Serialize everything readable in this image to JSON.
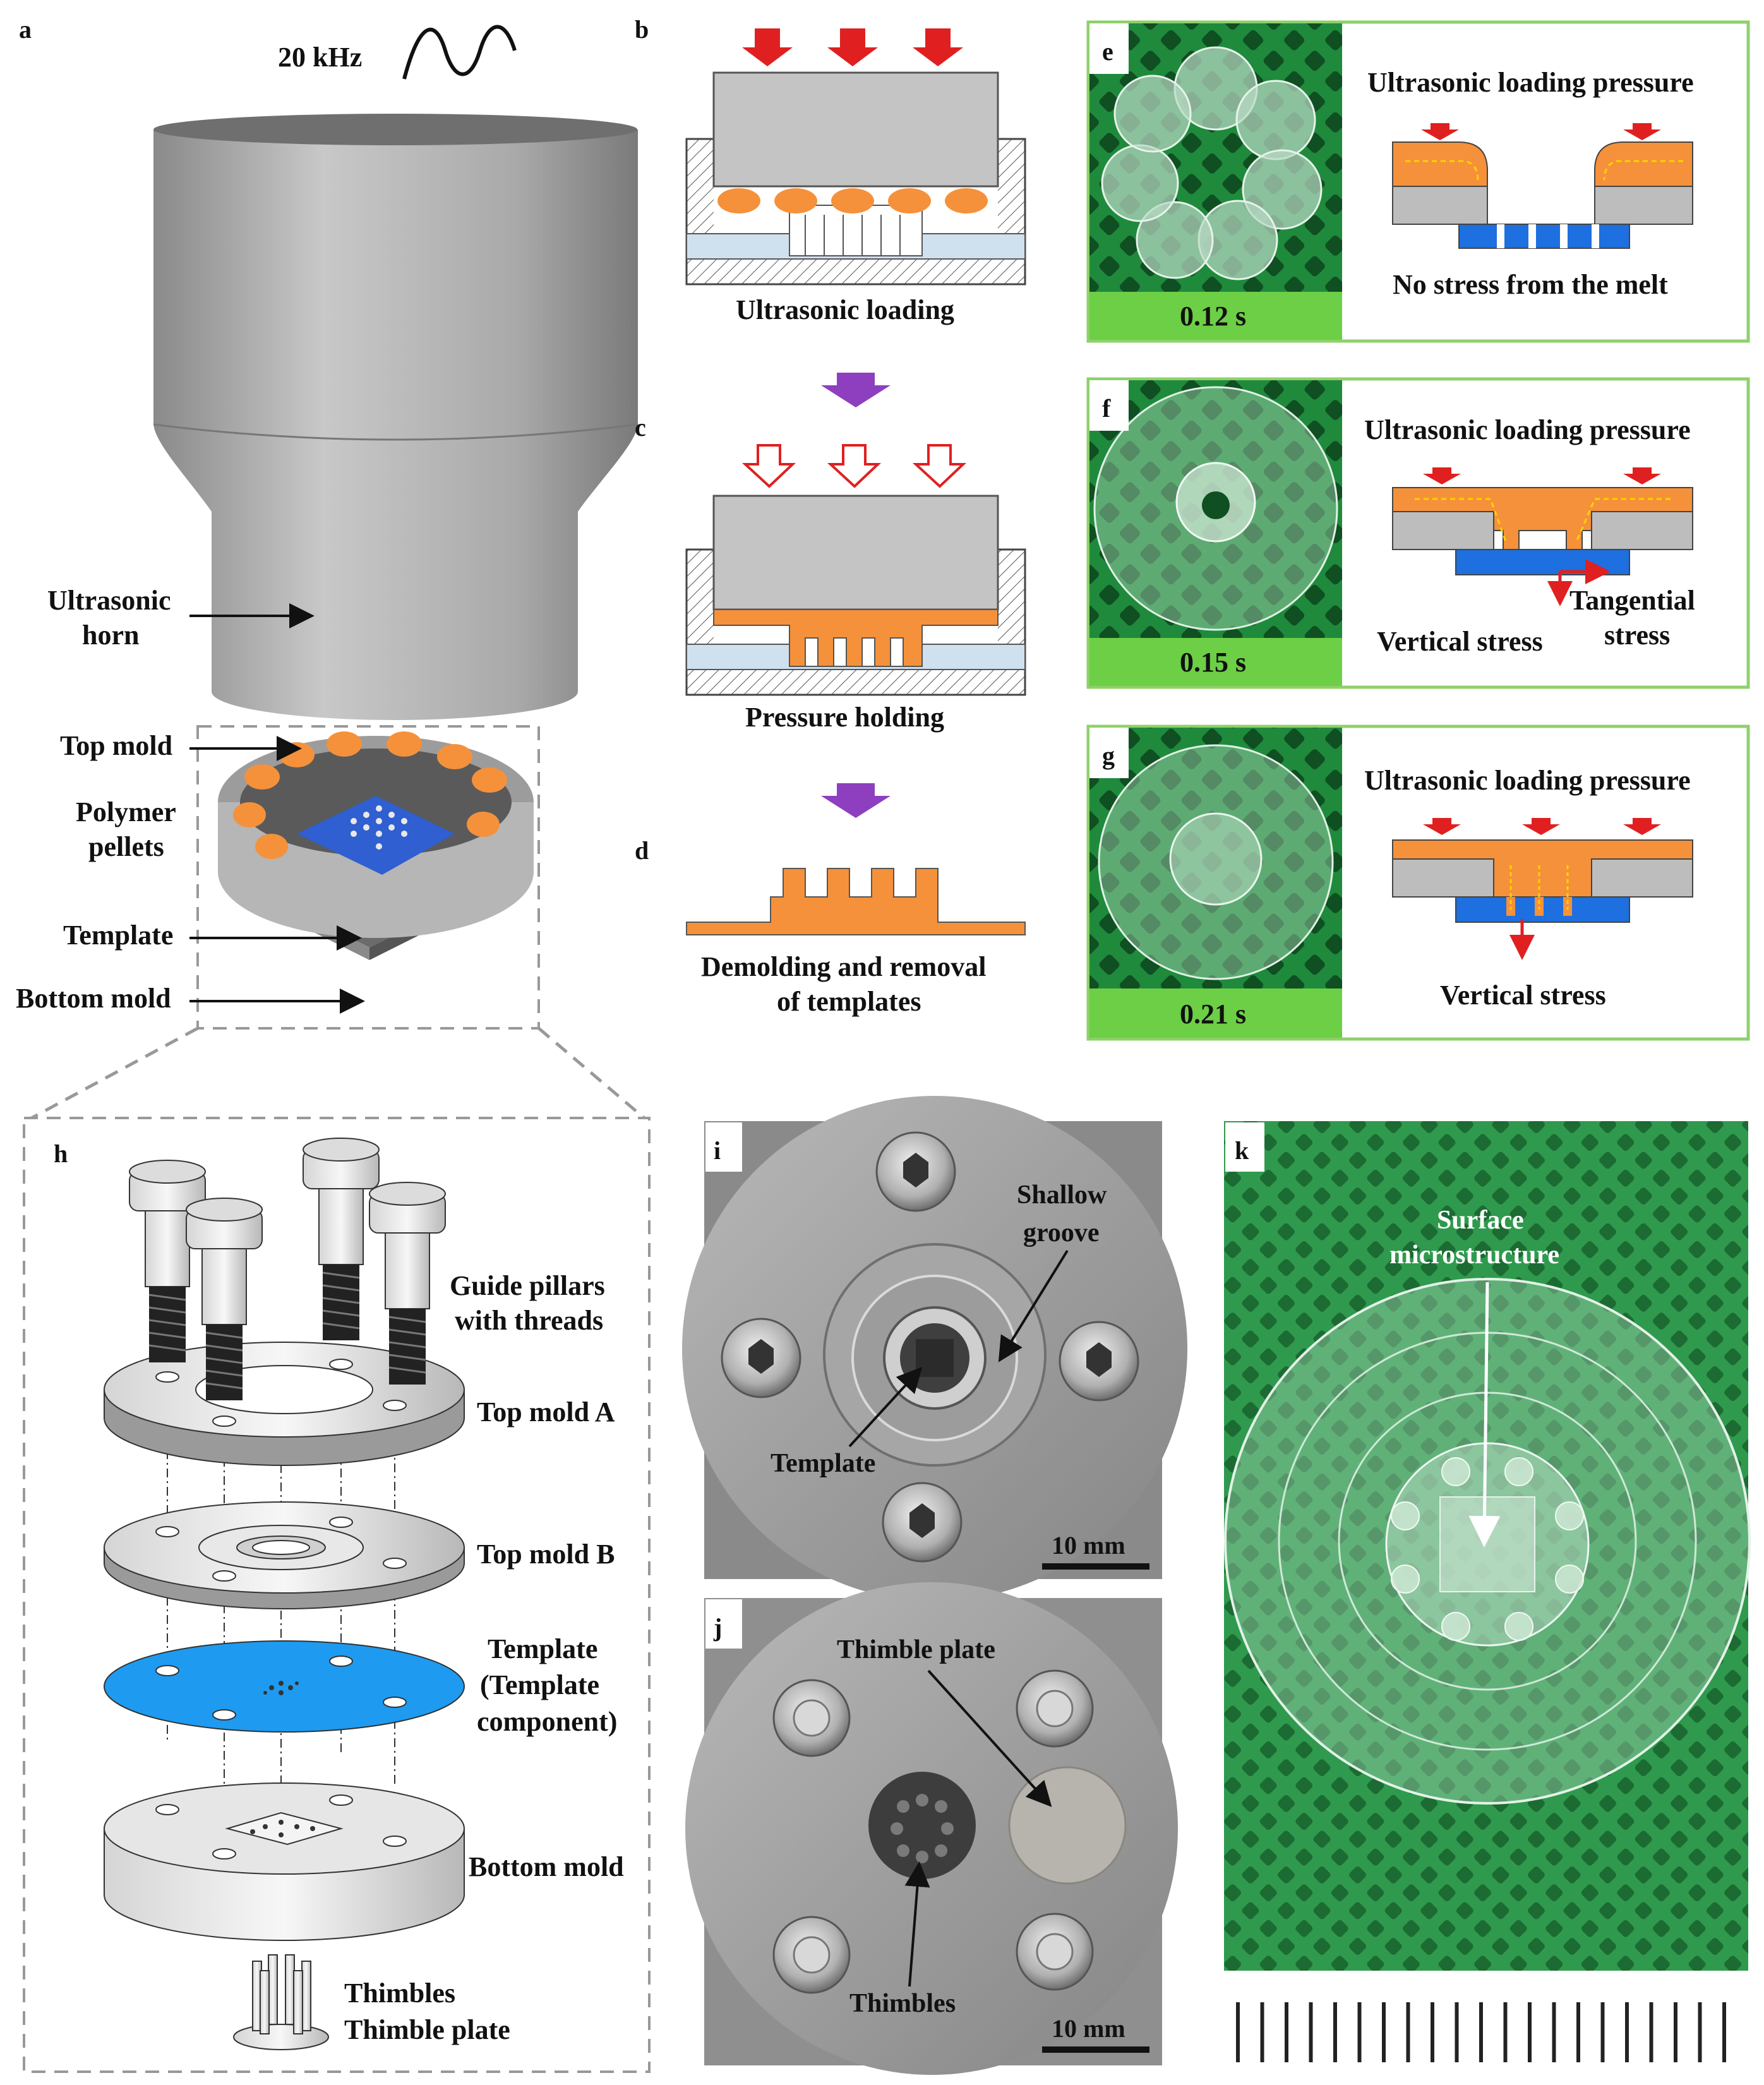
{
  "panels": {
    "a": {
      "letter": "a",
      "frequency": "20 kHz",
      "horn_label_1": "Ultrasonic",
      "horn_label_2": "horn",
      "top_mold": "Top mold",
      "pellets_1": "Polymer",
      "pellets_2": "pellets",
      "template": "Template",
      "bottom_mold": "Bottom mold"
    },
    "b": {
      "letter": "b",
      "caption": "Ultrasonic loading"
    },
    "c": {
      "letter": "c",
      "caption": "Pressure holding"
    },
    "d": {
      "letter": "d",
      "caption_1": "Demolding and removal",
      "caption_2": "of templates"
    },
    "e": {
      "letter": "e",
      "time": "0.12 s",
      "title": "Ultrasonic loading pressure",
      "note": "No stress from the melt"
    },
    "f": {
      "letter": "f",
      "time": "0.15 s",
      "title": "Ultrasonic loading pressure",
      "vertical": "Vertical stress",
      "tangential_1": "Tangential",
      "tangential_2": "stress"
    },
    "g": {
      "letter": "g",
      "time": "0.21 s",
      "title": "Ultrasonic loading pressure",
      "vertical": "Vertical stress"
    },
    "h": {
      "letter": "h",
      "guide_1": "Guide pillars",
      "guide_2": "with threads",
      "top_a": "Top mold A",
      "top_b": "Top mold B",
      "template_1": "Template",
      "template_2": "(Template",
      "template_3": "component)",
      "bottom": "Bottom mold",
      "thimbles": "Thimbles",
      "thimble_plate": "Thimble plate"
    },
    "i": {
      "letter": "i",
      "groove_1": "Shallow",
      "groove_2": "groove",
      "template": "Template",
      "scale": "10 mm"
    },
    "j": {
      "letter": "j",
      "thimble_plate": "Thimble plate",
      "thimbles": "Thimbles",
      "scale": "10 mm"
    },
    "k": {
      "letter": "k",
      "micro_1": "Surface",
      "micro_2": "microstructure"
    }
  },
  "colors": {
    "polymer": "#f5913a",
    "arrow_red": "#e02020",
    "arrow_purple": "#8e3fc0",
    "time_bar": "#6ccf45",
    "panel_border": "#8fd06a",
    "template_blue": "#1e6fe0",
    "mold_gray": "#bdbdbd",
    "mesh_green": "#1f8a3c"
  }
}
